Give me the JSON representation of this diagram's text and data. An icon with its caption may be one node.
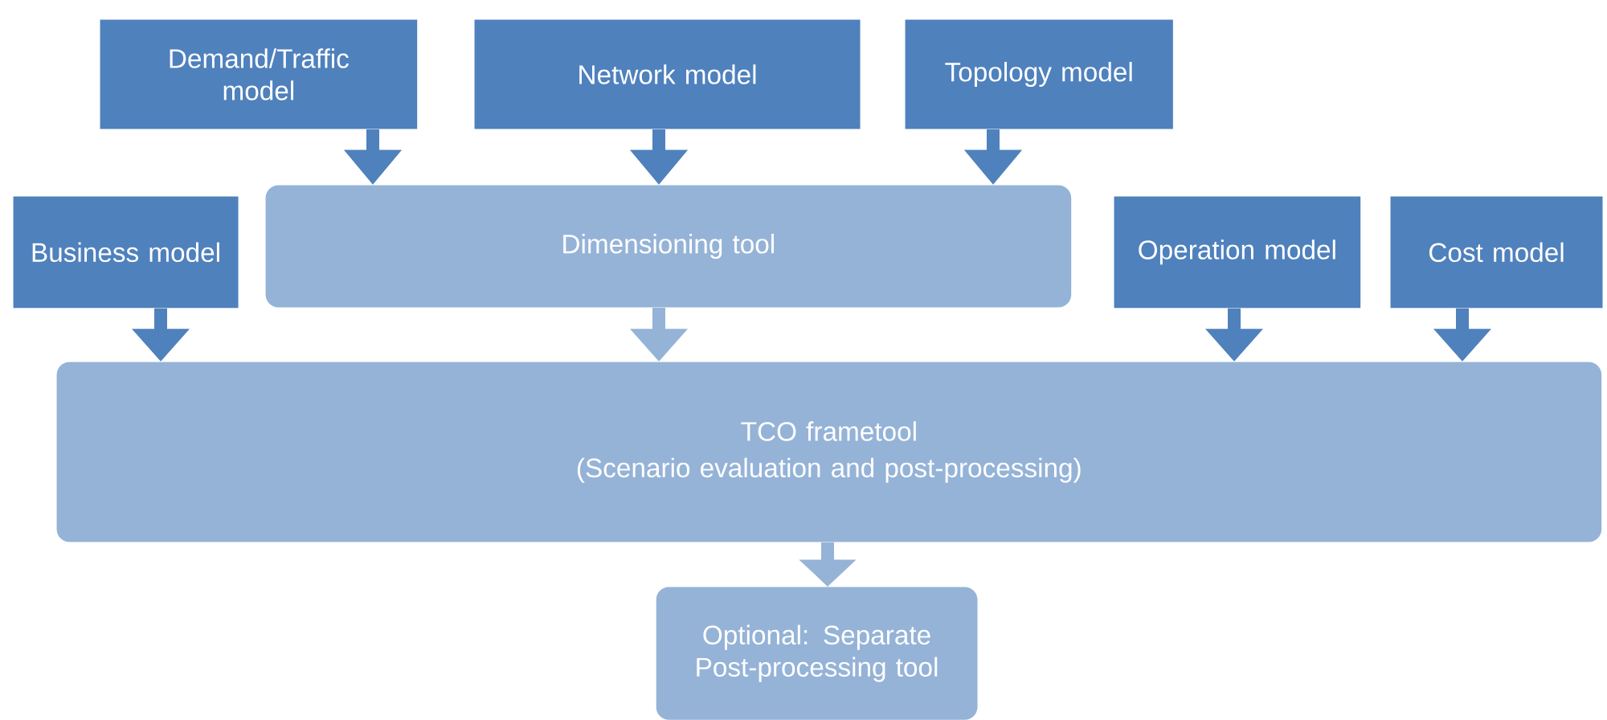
{
  "diagram": {
    "nodes": [
      {
        "text": [
          "Demand/Traffic model"
        ]
      },
      {
        "text": [
          "Network model"
        ]
      },
      {
        "text": [
          "Topology model"
        ]
      },
      {
        "text": [
          "Dimensioning tool"
        ]
      },
      {
        "text": [
          "Business model"
        ]
      },
      {
        "text": [
          "Operation model"
        ]
      },
      {
        "text": [
          "Cost model"
        ]
      },
      {
        "text": [
          "TCO frametool",
          "(Scenario evaluation and post-processing)"
        ]
      },
      {
        "text": [
          "Optional: Separate Post-processing tool"
        ]
      }
    ],
    "edges": [
      {
        "from": 0,
        "to": 3,
        "arrow": "to"
      },
      {
        "from": 1,
        "to": 3,
        "arrow": "to"
      },
      {
        "from": 2,
        "to": 3,
        "arrow": "to"
      },
      {
        "from": 4,
        "to": 7,
        "arrow": "to"
      },
      {
        "from": 3,
        "to": 7,
        "arrow": "to",
        "color": "#95b3d7"
      },
      {
        "from": 5,
        "to": 7,
        "arrow": "to"
      },
      {
        "from": 6,
        "to": 7,
        "arrow": "to"
      },
      {
        "from": 7,
        "to": 8,
        "arrow": "to",
        "color": "#95b3d7"
      }
    ]
  }
}
